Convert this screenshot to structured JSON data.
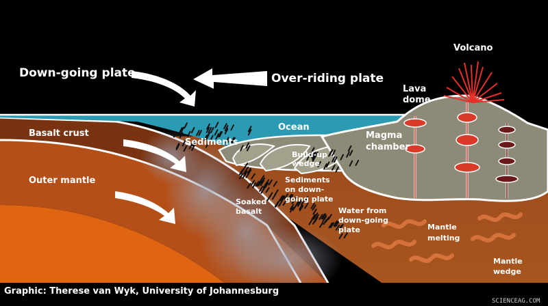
{
  "labels": {
    "down_going_plate": "Down-going plate",
    "over_riding_plate": "Over-riding plate",
    "volcano": "Volcano",
    "lava_dome_1": "Lava",
    "lava_dome_2": "dome",
    "ocean": "Ocean",
    "sediments": "Sediments",
    "magma_chamber_1": "Magma",
    "magma_chamber_2": "chamber",
    "build_up_wedge_1": "Build-up",
    "build_up_wedge_2": "wedge",
    "basalt_crust": "Basalt crust",
    "outer_mantle": "Outer mantle",
    "sediments_down_1": "Sediments",
    "sediments_down_2": "on down-",
    "sediments_down_3": "going plate",
    "soaked_basalt_1": "Soaked",
    "soaked_basalt_2": "basalt",
    "water_from_1": "Water from",
    "water_from_2": "down-going",
    "water_from_3": "plate",
    "mantle_melting_1": "Mantle",
    "mantle_melting_2": "melting",
    "mantle_wedge_1": "Mantle",
    "mantle_wedge_2": "wedge"
  },
  "credit": "Graphic: Therese van Wyk, University of Johannesburg",
  "watermark": "SCIENCEAG.COM",
  "colors": {
    "sky": "#000000",
    "ocean": "#2a9bb3",
    "basalt_crust": "#7a3310",
    "outer_mantle": "#b44f18",
    "deep_mantle": "#e06512",
    "overriding_mantle": "#a5521d",
    "magma_rock": "#8d8a77",
    "magma_red": "#d93a2a",
    "magma_dark": "#6b1a1c",
    "lava_red": "#e6302a"
  }
}
